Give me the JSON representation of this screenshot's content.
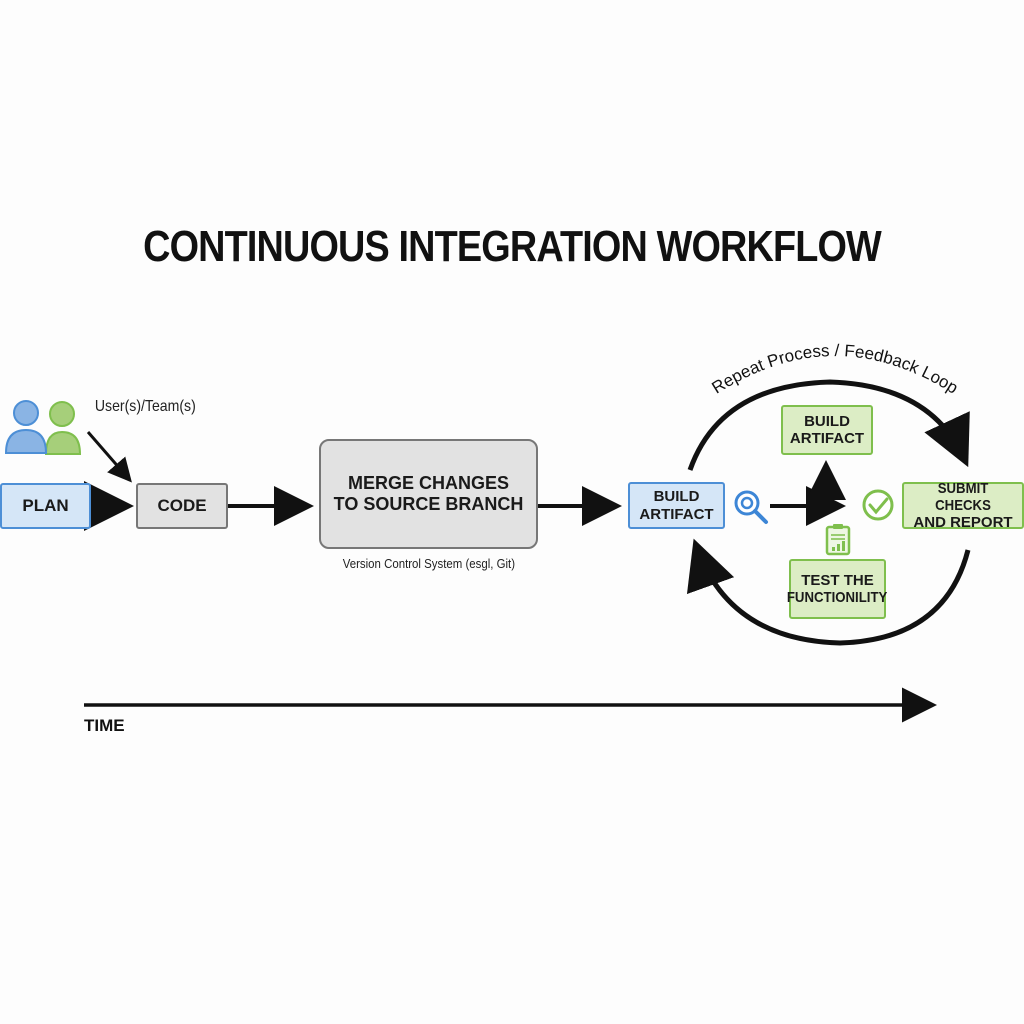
{
  "title": "CONTINUOUS INTEGRATION WORKFLOW",
  "users_label": "User(s)/Team(s)",
  "nodes": {
    "plan": "PLAN",
    "code": "CODE",
    "merge_line1": "MERGE CHANGES",
    "merge_line2": "TO SOURCE BRANCH",
    "merge_caption": "Version Control System (esgl, Git)",
    "build1_line1": "BUILD",
    "build1_line2": "ARTIFACT",
    "build2_line1": "BUILD",
    "build2_line2": "ARTIFACT",
    "submit_line1": "SUBMIT CHECKS",
    "submit_line2": "AND REPORT",
    "test_line1": "TEST THE",
    "test_line2": "FUNCTIONILITY"
  },
  "loop_label": "Repeat Process / Feedback Loop",
  "time_label": "TIME",
  "colors": {
    "blue_fill": "#d5e6f7",
    "blue_stroke": "#4d8fd6",
    "green_fill": "#dcedc5",
    "green_stroke": "#7fbf4d",
    "gray_fill": "#e2e2e2",
    "gray_stroke": "#777777"
  },
  "icons": [
    "users-icon",
    "search-gear-icon",
    "check-circle-icon",
    "clipboard-chart-icon"
  ]
}
